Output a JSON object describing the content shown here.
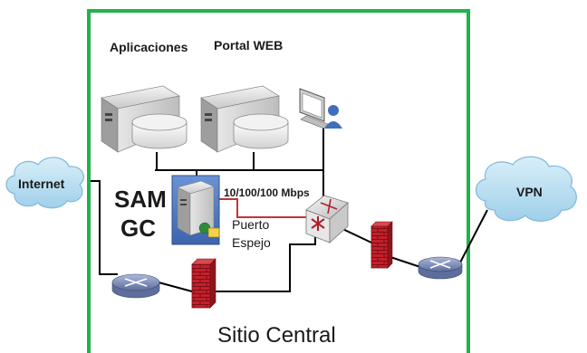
{
  "labels": {
    "aplicaciones": "Aplicaciones",
    "portal_web": "Portal WEB",
    "internet": "Internet",
    "vpn": "VPN",
    "sam": "SAM",
    "gc": "GC",
    "link_speed": "10/100/100 Mbps",
    "puerto": "Puerto",
    "espejo": "Espejo",
    "sitio_central": "Sitio Central"
  },
  "colors": {
    "site_border": "#22b24c",
    "firewall": "#c4202a",
    "mirror_link": "#c83232",
    "router": "#7f8fb8",
    "server_box": "#4b78c2",
    "cloud": "#b9dff2"
  },
  "icons": {
    "application_server": "server-icon",
    "web_server": "server-icon",
    "workstation": "workstation-icon",
    "sam_server": "server-icon",
    "core_switch": "switch-icon",
    "edge_router": "router-icon",
    "vpn_router": "router-icon",
    "firewall_1": "firewall-icon",
    "firewall_2": "firewall-icon",
    "internet_cloud": "cloud-icon",
    "vpn_cloud": "cloud-icon"
  }
}
